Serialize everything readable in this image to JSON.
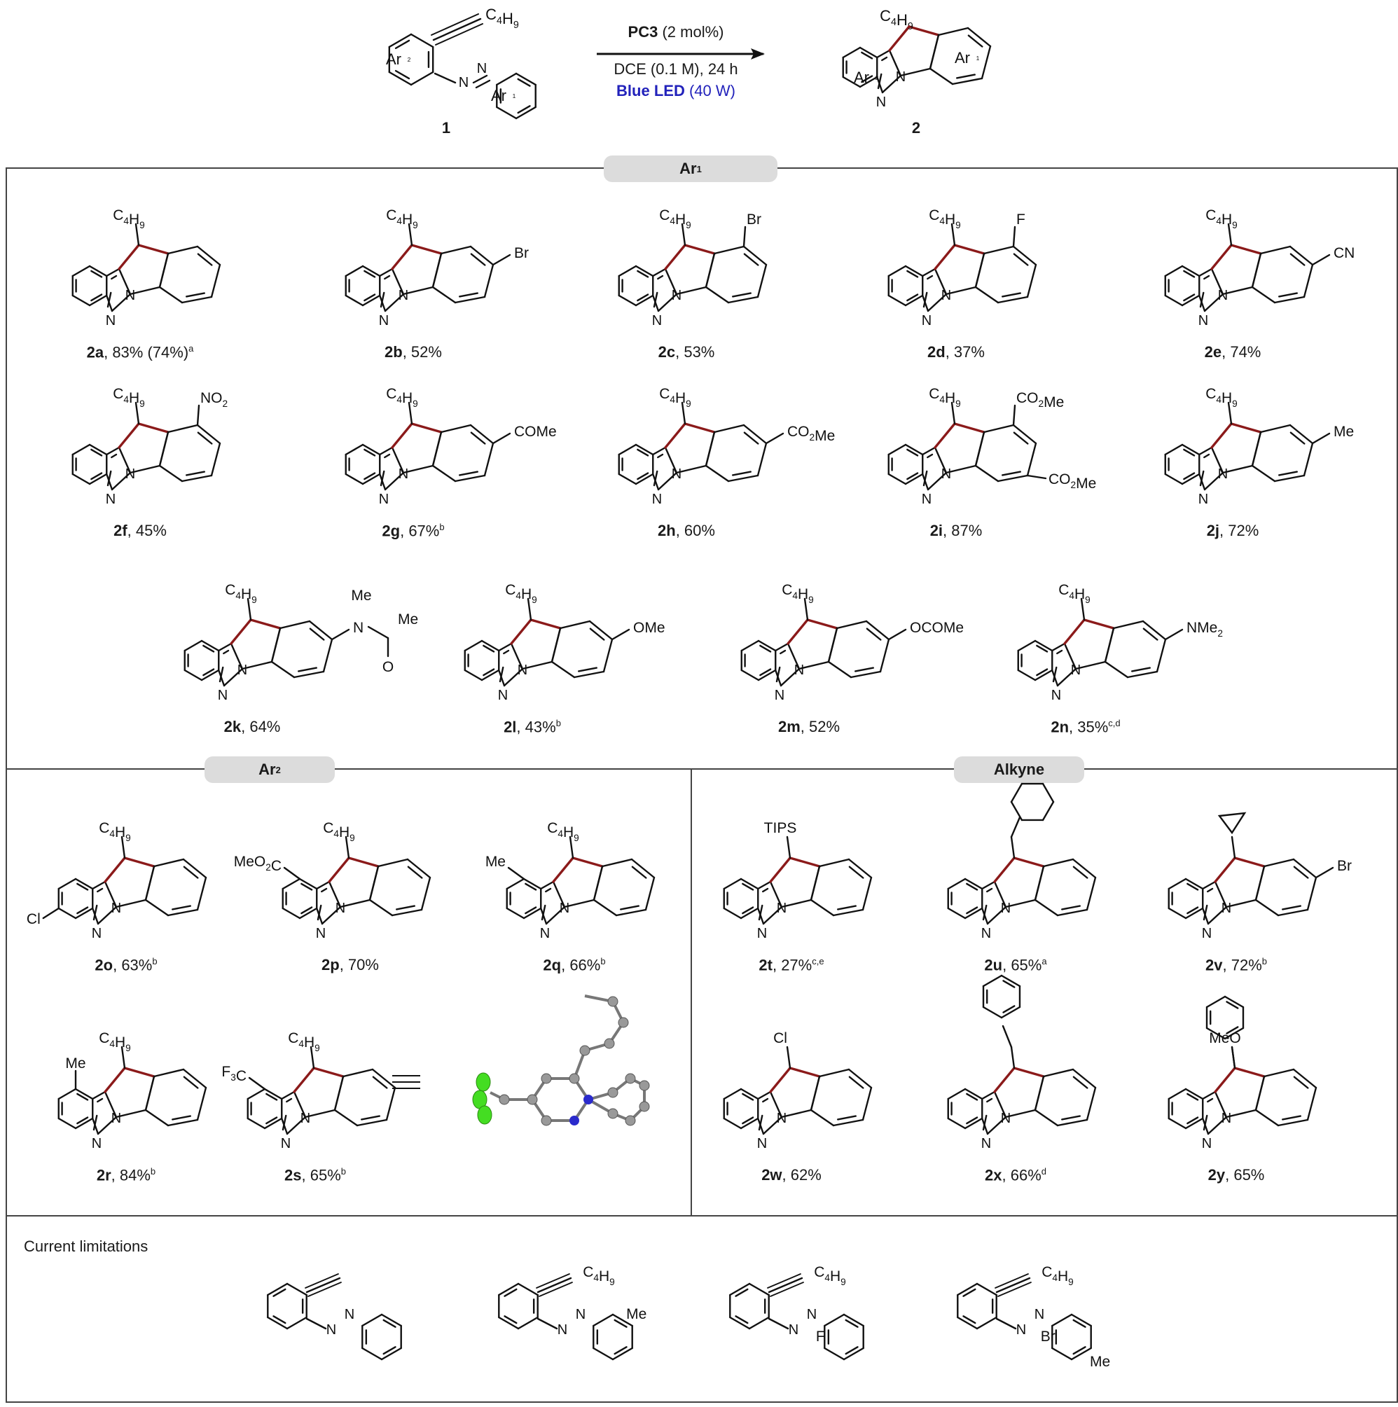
{
  "scheme": {
    "reactant_label": "1",
    "product_label": "2",
    "condition_catalyst": "PC3",
    "condition_catalyst_amount": "(2 mol%)",
    "condition_solvent": "DCE (0.1 M), 24 h",
    "condition_light_a": "Blue LED",
    "condition_light_b": "(40 W)",
    "ar1": "Ar",
    "ar2": "Ar",
    "ar1_sup": "1",
    "ar2_sup": "2",
    "substituent": "C4H9"
  },
  "sections": {
    "ar1_title": "Ar",
    "ar1_sup": "1",
    "ar2_title": "Ar",
    "ar2_sup": "2",
    "alkyne_title": "Alkyne",
    "limitations_title": "Current limitations"
  },
  "compounds": [
    {
      "id": "2a",
      "yield": ", 83% (74%)",
      "note": "a",
      "subs": [
        {
          "pos": "t",
          "text": "C4H9"
        }
      ]
    },
    {
      "id": "2b",
      "yield": ", 52%",
      "note": "",
      "subs": [
        {
          "pos": "t",
          "text": "C4H9"
        },
        {
          "pos": "r5",
          "text": "Br"
        }
      ]
    },
    {
      "id": "2c",
      "yield": ", 53%",
      "note": "",
      "subs": [
        {
          "pos": "t",
          "text": "C4H9"
        },
        {
          "pos": "r4",
          "text": "Br"
        }
      ]
    },
    {
      "id": "2d",
      "yield": ", 37%",
      "note": "",
      "subs": [
        {
          "pos": "t",
          "text": "C4H9"
        },
        {
          "pos": "r4",
          "text": "F"
        }
      ]
    },
    {
      "id": "2e",
      "yield": ", 74%",
      "note": "",
      "subs": [
        {
          "pos": "t",
          "text": "C4H9"
        },
        {
          "pos": "r5",
          "text": "CN"
        }
      ]
    },
    {
      "id": "2f",
      "yield": ", 45%",
      "note": "",
      "subs": [
        {
          "pos": "t",
          "text": "C4H9"
        },
        {
          "pos": "r4",
          "text": "NO2"
        }
      ]
    },
    {
      "id": "2g",
      "yield": ", 67%",
      "note": "b",
      "subs": [
        {
          "pos": "t",
          "text": "C4H9"
        },
        {
          "pos": "r5",
          "text": "COMe"
        }
      ]
    },
    {
      "id": "2h",
      "yield": ", 60%",
      "note": "",
      "subs": [
        {
          "pos": "t",
          "text": "C4H9"
        },
        {
          "pos": "r5",
          "text": "CO2Me"
        }
      ]
    },
    {
      "id": "2i",
      "yield": ", 87%",
      "note": "",
      "subs": [
        {
          "pos": "t",
          "text": "C4H9"
        },
        {
          "pos": "r4",
          "text": "CO2Me"
        },
        {
          "pos": "r6",
          "text": "CO2Me"
        }
      ]
    },
    {
      "id": "2j",
      "yield": ", 72%",
      "note": "",
      "subs": [
        {
          "pos": "t",
          "text": "C4H9"
        },
        {
          "pos": "r5",
          "text": "Me"
        }
      ]
    },
    {
      "id": "2k",
      "yield": ", 64%",
      "note": "",
      "subs": [
        {
          "pos": "t",
          "text": "C4H9"
        },
        {
          "pos": "r5",
          "text": "N"
        }
      ],
      "extra": {
        "me": "Me",
        "me2": "Me",
        "o": "O"
      }
    },
    {
      "id": "2l",
      "yield": ", 43%",
      "note": "b",
      "subs": [
        {
          "pos": "t",
          "text": "C4H9"
        },
        {
          "pos": "r5",
          "text": "OMe"
        }
      ]
    },
    {
      "id": "2m",
      "yield": ", 52%",
      "note": "",
      "subs": [
        {
          "pos": "t",
          "text": "C4H9"
        },
        {
          "pos": "r5",
          "text": "OCOMe"
        }
      ]
    },
    {
      "id": "2n",
      "yield": ", 35%",
      "note": "c,d",
      "subs": [
        {
          "pos": "t",
          "text": "C4H9"
        },
        {
          "pos": "r5",
          "text": "NMe2"
        }
      ]
    },
    {
      "id": "2o",
      "yield": ", 63%",
      "note": "b",
      "subs": [
        {
          "pos": "t",
          "text": "C4H9"
        },
        {
          "pos": "l6",
          "text": "Cl"
        }
      ]
    },
    {
      "id": "2p",
      "yield": ", 70%",
      "note": "",
      "subs": [
        {
          "pos": "t",
          "text": "C4H9"
        },
        {
          "pos": "l5",
          "text": "MeO2C"
        }
      ]
    },
    {
      "id": "2q",
      "yield": ", 66%",
      "note": "b",
      "subs": [
        {
          "pos": "t",
          "text": "C4H9"
        },
        {
          "pos": "l5",
          "text": "Me"
        }
      ]
    },
    {
      "id": "2r",
      "yield": ", 84%",
      "note": "b",
      "subs": [
        {
          "pos": "t",
          "text": "C4H9"
        },
        {
          "pos": "l4",
          "text": "Me"
        }
      ]
    },
    {
      "id": "2s",
      "yield": ", 65%",
      "note": "b",
      "subs": [
        {
          "pos": "t",
          "text": "C4H9"
        },
        {
          "pos": "l5",
          "text": "F3C"
        }
      ]
    },
    {
      "id": "2t",
      "yield": ", 27%",
      "note": "c,e",
      "subs": [
        {
          "pos": "t",
          "text": "TIPS"
        }
      ]
    },
    {
      "id": "2u",
      "yield": ", 65%",
      "note": "a",
      "subs": []
    },
    {
      "id": "2v",
      "yield": ", 72%",
      "note": "b",
      "subs": [
        {
          "pos": "r5",
          "text": "Br"
        }
      ]
    },
    {
      "id": "2w",
      "yield": ", 62%",
      "note": "",
      "subs": [
        {
          "pos": "t",
          "text": "Cl"
        }
      ]
    },
    {
      "id": "2x",
      "yield": ", 66%",
      "note": "d",
      "subs": []
    },
    {
      "id": "2y",
      "yield": ", 65%",
      "note": "",
      "subs": [
        {
          "pos": "t",
          "text": "MeO"
        }
      ]
    }
  ],
  "limitations": [
    {
      "subs": []
    },
    {
      "subs": [
        {
          "text": "C4H9"
        },
        {
          "text": "Me"
        }
      ]
    },
    {
      "subs": [
        {
          "text": "C4H9"
        },
        {
          "text": "F"
        }
      ]
    },
    {
      "subs": [
        {
          "text": "C4H9"
        },
        {
          "text": "Br"
        },
        {
          "text": "Me"
        }
      ]
    }
  ],
  "colors": {
    "bond_highlight": "#8b1a1a",
    "nitrogen": "#1a1a1a",
    "blue_text": "#2222bb",
    "pill": "#dcdcdc",
    "frame": "#444444"
  }
}
